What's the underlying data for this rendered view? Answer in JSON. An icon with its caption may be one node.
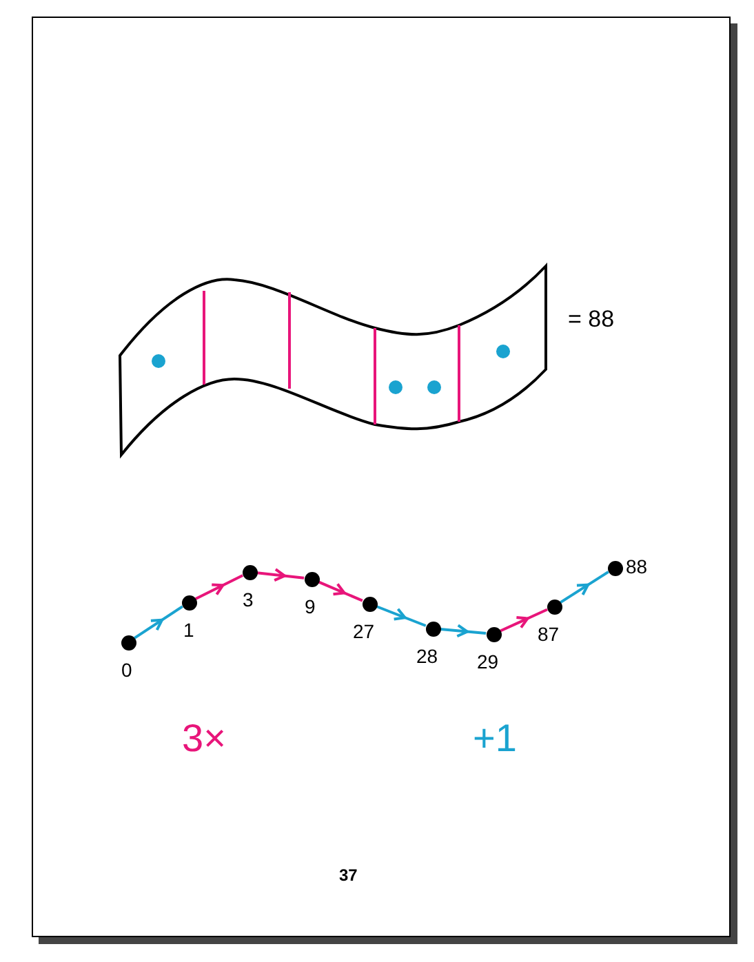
{
  "diagram": {
    "nodes": [
      {
        "text": [],
        "shape": "circle",
        "beside": [
          "0"
        ]
      },
      {
        "text": [],
        "shape": "circle",
        "beside": [
          "1"
        ]
      },
      {
        "text": [],
        "shape": "circle",
        "beside": [
          "3"
        ]
      },
      {
        "text": [],
        "shape": "circle",
        "beside": [
          "9"
        ]
      },
      {
        "text": [],
        "shape": "circle",
        "beside": [
          "27"
        ]
      },
      {
        "text": [],
        "shape": "circle",
        "beside": [
          "28"
        ]
      },
      {
        "text": [],
        "shape": "circle",
        "beside": [
          "29"
        ]
      },
      {
        "text": [],
        "shape": "circle",
        "beside": [
          "87"
        ]
      },
      {
        "text": [],
        "shape": "circle",
        "beside": [
          "88"
        ]
      }
    ],
    "edges": [
      {
        "from": 0,
        "to": 1,
        "arrow": "to",
        "color": "#1aa3d0"
      },
      {
        "from": 1,
        "to": 2,
        "arrow": "to",
        "color": "#e8157a"
      },
      {
        "from": 2,
        "to": 3,
        "arrow": "to",
        "color": "#e8157a"
      },
      {
        "from": 3,
        "to": 4,
        "arrow": "to",
        "color": "#e8157a"
      },
      {
        "from": 4,
        "to": 5,
        "arrow": "to",
        "color": "#1aa3d0"
      },
      {
        "from": 5,
        "to": 6,
        "arrow": "to",
        "color": "#1aa3d0"
      },
      {
        "from": 6,
        "to": 7,
        "arrow": "to",
        "color": "#e8157a"
      },
      {
        "from": 7,
        "to": 8,
        "arrow": "to",
        "color": "#1aa3d0"
      }
    ],
    "labels": [
      "= 88",
      "37"
    ],
    "legend": [
      {
        "text": "3×",
        "color": "#e8157a"
      },
      {
        "text": "+1",
        "color": "#1aa3d0"
      }
    ]
  }
}
